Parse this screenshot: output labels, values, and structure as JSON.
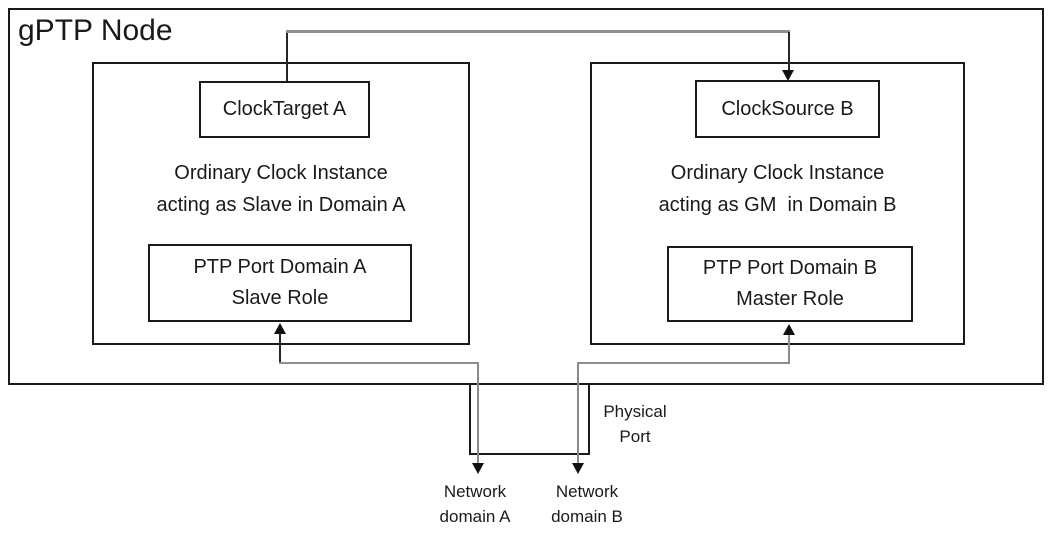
{
  "diagram": {
    "title": "gPTP Node",
    "left": {
      "clock_label": "ClockTarget A",
      "description": "Ordinary Clock Instance\nacting as Slave in Domain A",
      "port_label": "PTP Port Domain A\nSlave Role"
    },
    "right": {
      "clock_label": "ClockSource B",
      "description": "Ordinary Clock Instance\nacting as GM  in Domain B",
      "port_label": "PTP Port Domain B\nMaster Role"
    },
    "labels": {
      "physical_port": "Physical\nPort",
      "network_a": "Network\ndomain A",
      "network_b": "Network\ndomain B"
    },
    "colors": {
      "background": "#ffffff",
      "box_border": "#1a1a1a",
      "text": "#1a1a1a",
      "connector_gray": "#8f8f8f",
      "connector_dark": "#262626",
      "arrowhead": "#111111"
    }
  }
}
